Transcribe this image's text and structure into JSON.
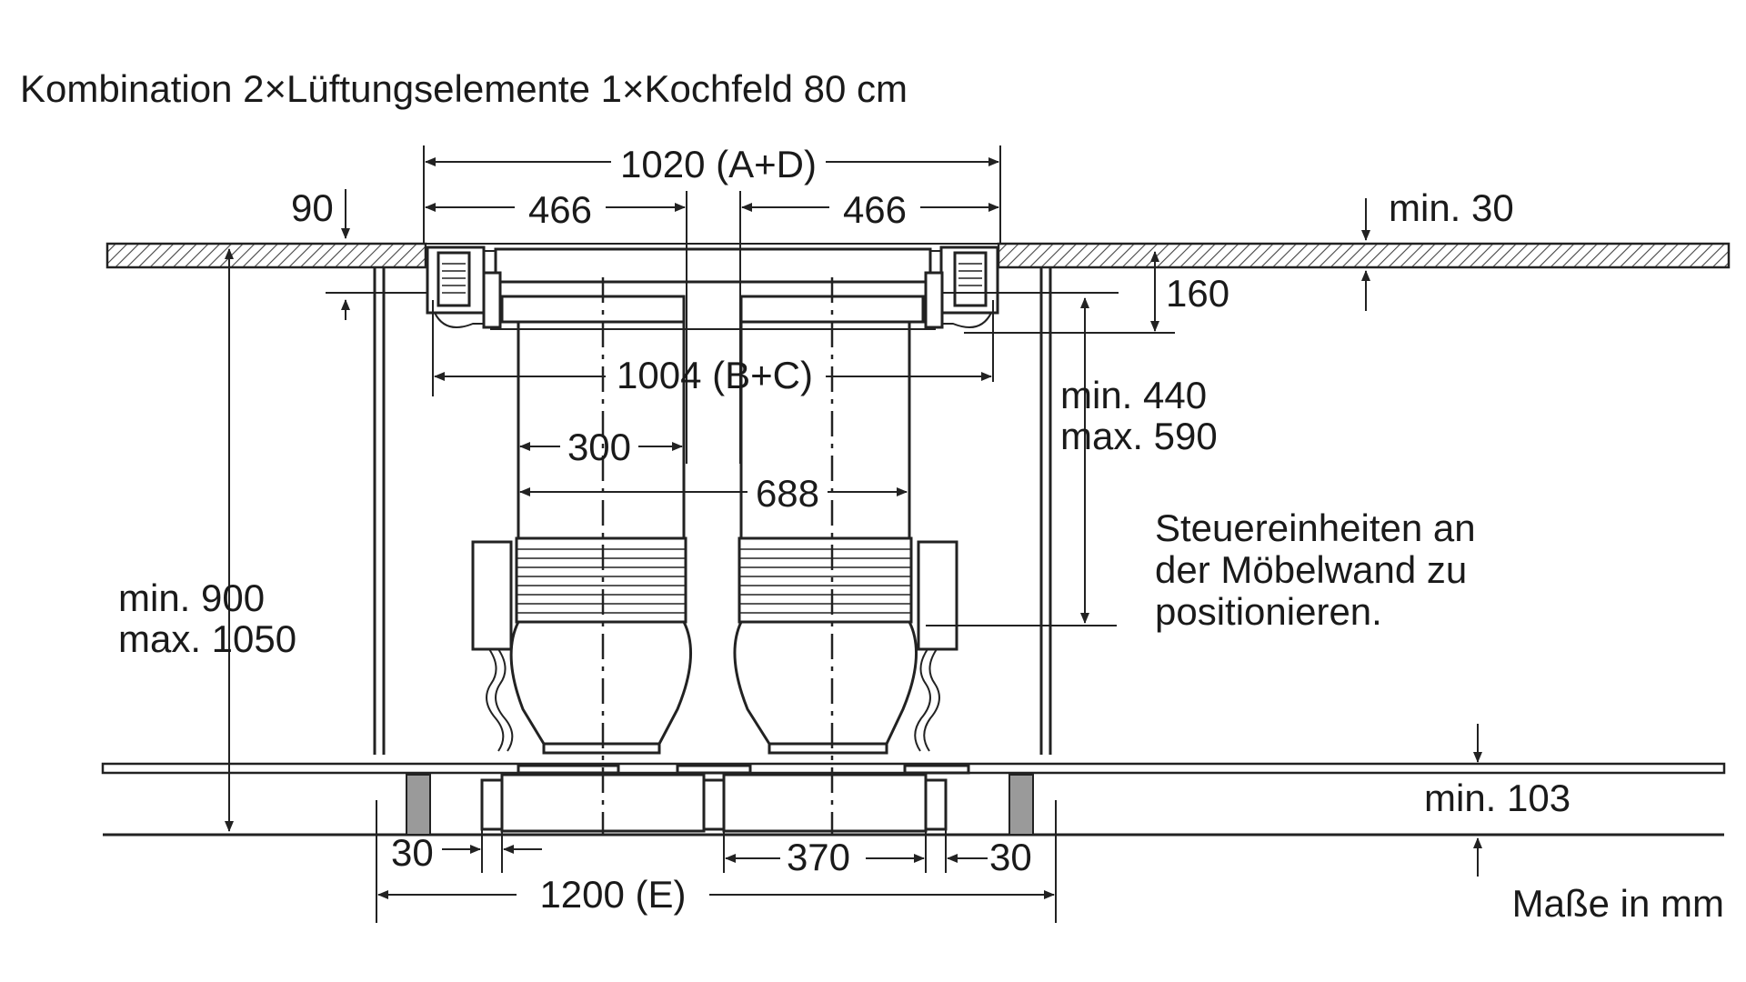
{
  "title": "Kombination 2×Lüftungselemente 1×Kochfeld 80 cm",
  "dimensions": {
    "total_width": "1020 (A+D)",
    "left_half": "466",
    "right_half": "466",
    "top_left_depth": "90",
    "worktop_min": "min. 30",
    "cutout_depth": "160",
    "inner_width": "1004 (B+C)",
    "element_width": "300",
    "element_span": "688",
    "height_min": "min. 900",
    "height_max": "max. 1050",
    "unit_height_min": "min. 440",
    "unit_height_max": "max. 590",
    "plinth_min": "min. 103",
    "plinth_left": "30",
    "plinth_right": "30",
    "module_width": "370",
    "cabinet_width": "1200 (E)"
  },
  "note": {
    "line1": "Steuereinheiten an",
    "line2": "der Möbelwand zu",
    "line3": "positionieren."
  },
  "units": "Maße in mm"
}
